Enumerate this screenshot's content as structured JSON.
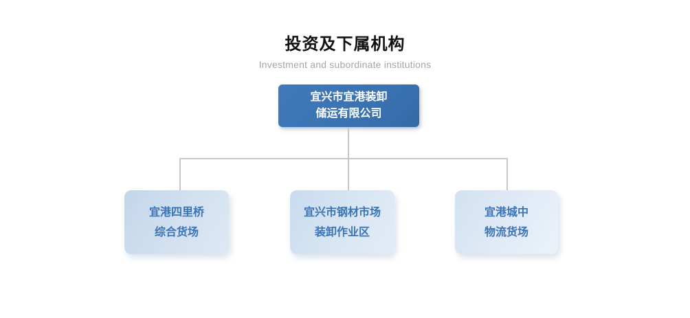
{
  "header": {
    "title": "投资及下属机构",
    "subtitle": "Investment and subordinate institutions"
  },
  "org": {
    "root": {
      "line1": "宜兴市宜港装卸",
      "line2": "储运有限公司"
    },
    "children": [
      {
        "line1": "宜港四里桥",
        "line2": "综合货场"
      },
      {
        "line1": "宜兴市钢材市场",
        "line2": "装卸作业区"
      },
      {
        "line1": "宜港城中",
        "line2": "物流货场"
      }
    ]
  },
  "colors": {
    "root_box": "#3a72b1",
    "root_text": "#ffffff",
    "child_box_start": "#c2d6ea",
    "child_box_end": "#ebf2f9",
    "child_text": "#3a74b5",
    "connector": "#c6c6c6",
    "title_text": "#111111",
    "subtitle_text": "#a5a5a5",
    "background_top": "#dde9f6",
    "background_bottom": "#ffffff"
  }
}
